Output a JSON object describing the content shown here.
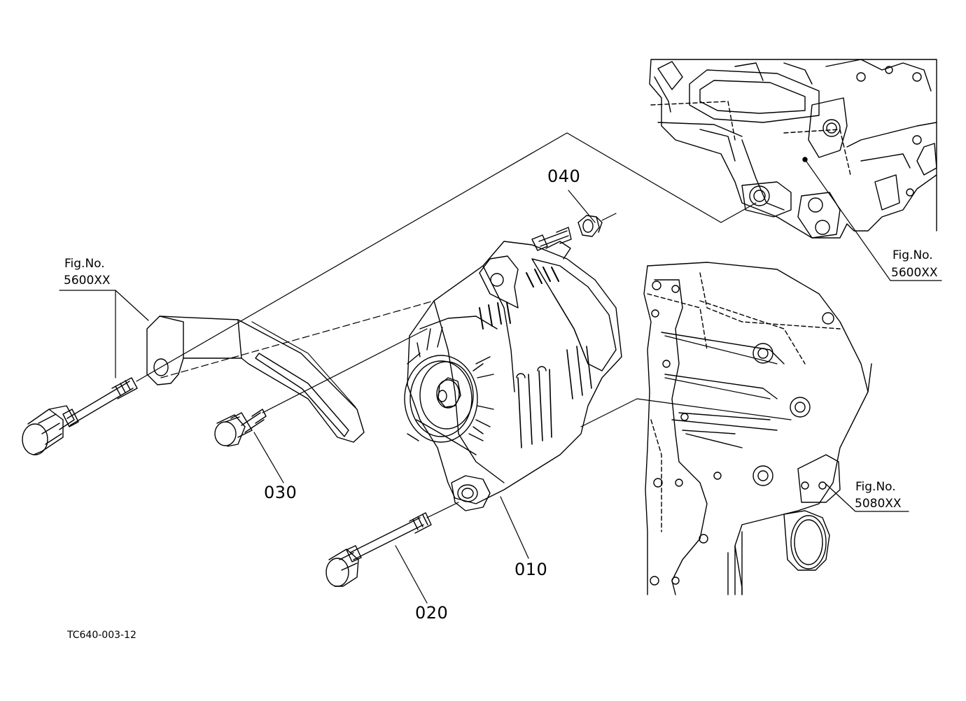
{
  "callouts": {
    "c010": "010",
    "c020": "020",
    "c030": "030",
    "c040": "040"
  },
  "fig_refs": {
    "left": {
      "label": "Fig.No.",
      "code": "5600XX"
    },
    "top_right": {
      "label": "Fig.No.",
      "code": "5600XX"
    },
    "bottom_right": {
      "label": "Fig.No.",
      "code": "5080XX"
    }
  },
  "drawing_code": "TC640-003-12"
}
